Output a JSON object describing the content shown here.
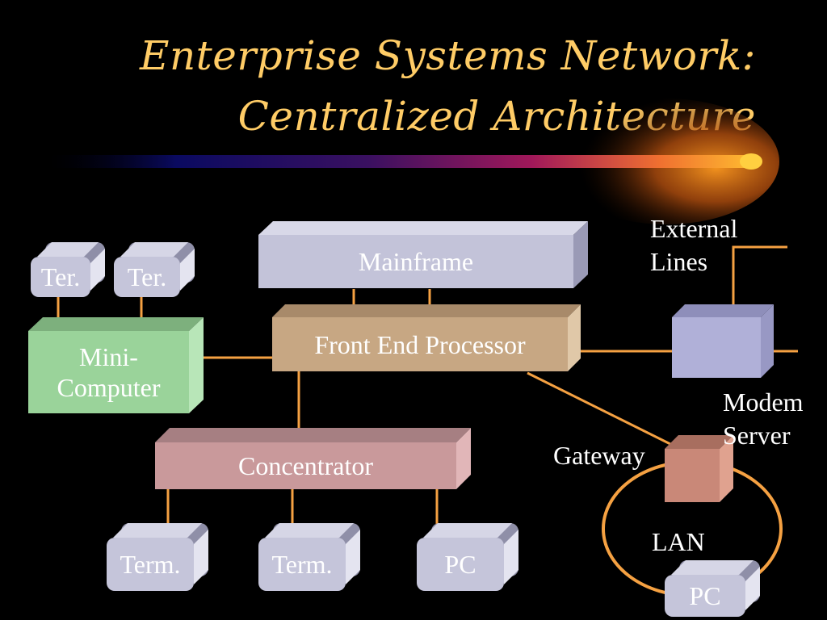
{
  "slide": {
    "title_line1": "Enterprise Systems Network:",
    "title_line2": "Centralized Architecture"
  },
  "nodes": {
    "mainframe": "Mainframe",
    "front_end_processor": "Front End Processor",
    "mini_computer_line1": "Mini-",
    "mini_computer_line2": "Computer",
    "terminal_left_1": "Ter.",
    "terminal_left_2": "Ter.",
    "concentrator": "Concentrator",
    "terminal_bottom_1": "Term.",
    "terminal_bottom_2": "Term.",
    "pc_bottom": "PC",
    "pc_lan": "PC"
  },
  "labels": {
    "external_line1": "External",
    "external_line2": "Lines",
    "modem_line1": "Modem",
    "modem_line2": "Server",
    "gateway": "Gateway",
    "lan": "LAN"
  },
  "colors": {
    "title": "#FFCC66",
    "connector": "#F5A142",
    "mainframe": "#C3C3D9",
    "front_end_processor": "#C7A783",
    "mini_computer": "#9AD39A",
    "concentrator": "#C9999B",
    "terminal": "#C5C5DA",
    "modem_server": "#B0B0D8",
    "gateway": "#C98878"
  }
}
